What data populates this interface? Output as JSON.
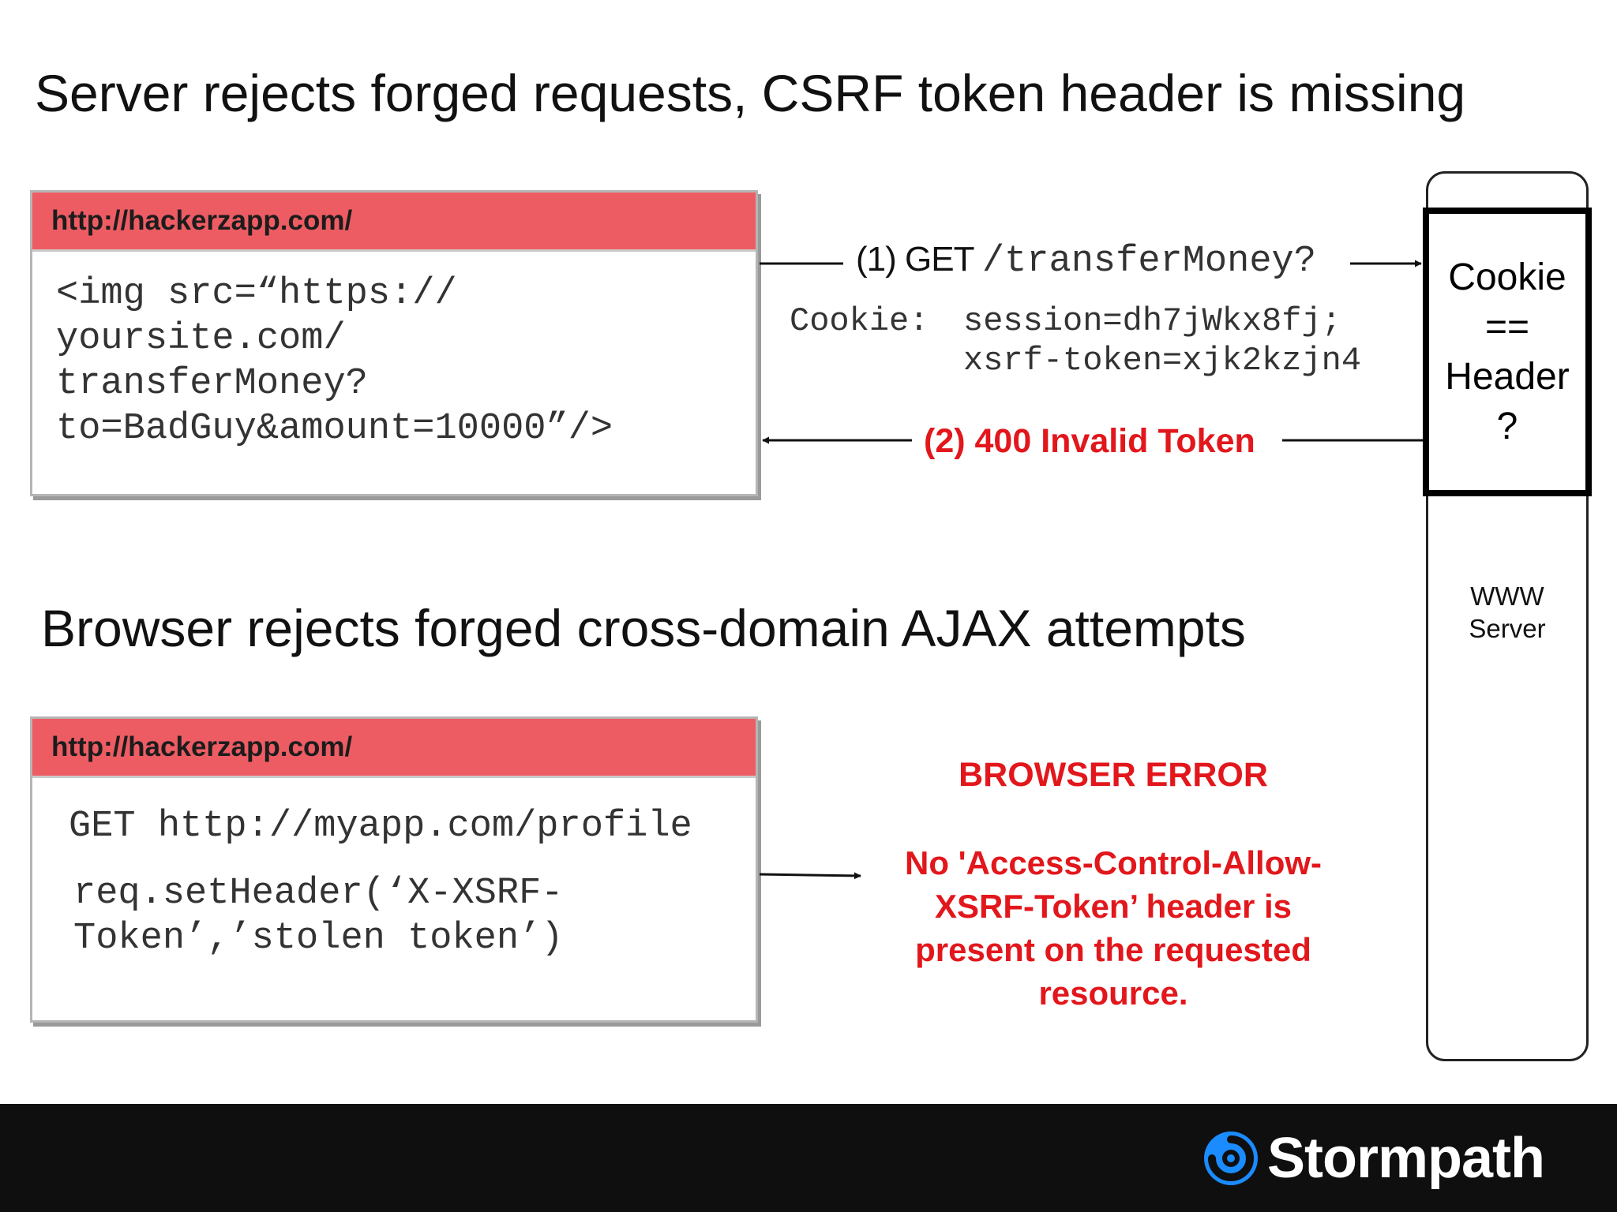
{
  "heading_top": "Server rejects forged requests, CSRF token header is missing",
  "heading_bottom": "Browser rejects forged cross-domain AJAX attempts",
  "window_top": {
    "url": "http://hackerzapp.com/",
    "code_lines": [
      "<img src=“https://",
      "yoursite.com/",
      "transferMoney?",
      "to=BadGuy&amount=10000”/>"
    ]
  },
  "request": {
    "label_prefix": "(1) GET ",
    "label_path": "/transferMoney?",
    "cookie_label": "Cookie:",
    "cookie_session": "session=dh7jWkx8fj;",
    "cookie_token": "xsrf-token=xjk2kzjn4"
  },
  "response": {
    "label": "(2) 400 Invalid Token"
  },
  "server": {
    "check_lines": [
      "Cookie",
      "==",
      "Header",
      "?"
    ],
    "label_lines": [
      "WWW",
      "Server"
    ]
  },
  "window_bottom": {
    "url": "http://hackerzapp.com/",
    "get_line": "GET http://myapp.com/profile",
    "header_line_1": "req.setHeader(‘X-XSRF-",
    "header_line_2": "Token’,’stolen token’)"
  },
  "browser_error": {
    "title": "BROWSER ERROR",
    "lines": [
      "No 'Access-Control-Allow-",
      "XSRF-Token’ header is",
      "present on the requested",
      "resource."
    ]
  },
  "footer": {
    "brand": "Stormpath"
  },
  "colors": {
    "accent_red": "#e2171c",
    "bar_red": "#ee5c63",
    "footer_bg": "#0f0f10",
    "logo_blue": "#1a8cff"
  }
}
